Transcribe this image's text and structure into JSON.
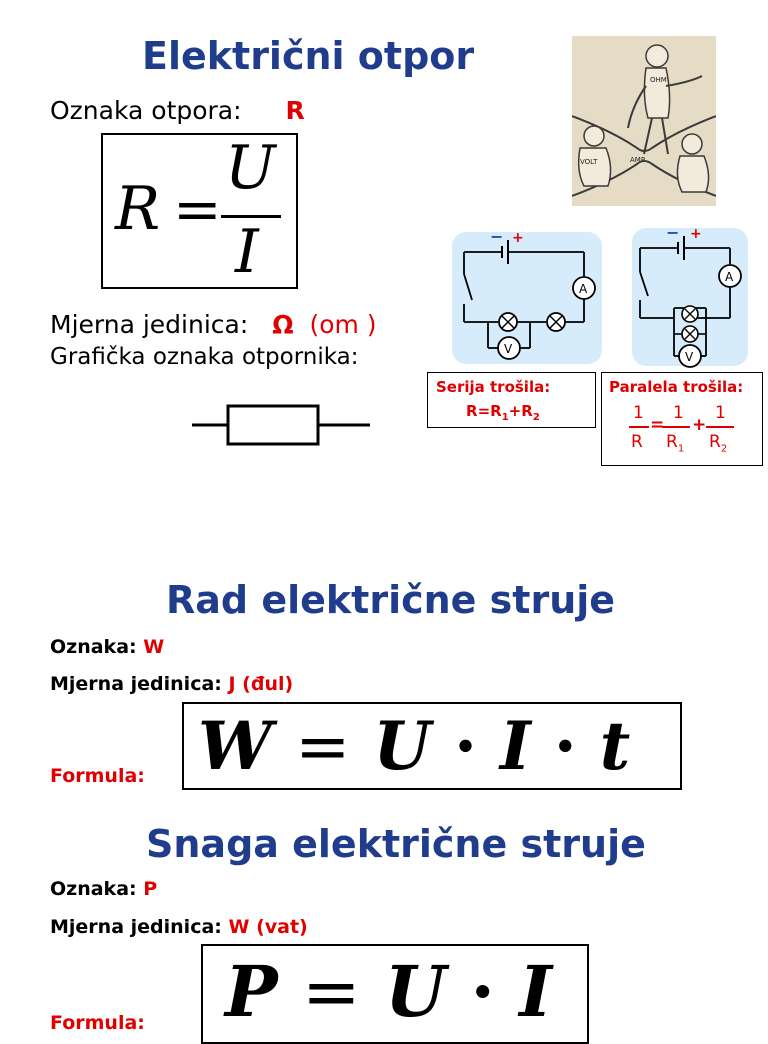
{
  "resistance": {
    "title": "Električni otpor",
    "symbol_label": "Oznaka otpora:",
    "symbol_value": "R",
    "formula": {
      "lhs": "R",
      "eq": "=",
      "numerator": "U",
      "denominator": "I"
    },
    "unit_label": "Mjerna jedinica:",
    "unit_symbol": "Ω",
    "unit_name": "(om )",
    "graphic_label": "Grafička oznaka otpornika:",
    "cartoon_labels": {
      "ohm": "OHM",
      "volt": "VOLT",
      "amp": "AMP"
    }
  },
  "circuits": {
    "ammeter": "A",
    "voltmeter": "V",
    "minus": "−",
    "plus": "+",
    "series": {
      "title": "Serija trošila:",
      "formula": {
        "R": "R",
        "eq": "=",
        "R1": "R",
        "sub1": "1",
        "plus": "+",
        "R2": "R",
        "sub2": "2"
      }
    },
    "parallel": {
      "title": "Paralela trošila:",
      "formula": {
        "one": "1",
        "R": "R",
        "eq": "=",
        "R1": "R",
        "sub1": "1",
        "plus": "+",
        "R2": "R",
        "sub2": "2"
      }
    }
  },
  "work": {
    "title": "Rad električne struje",
    "symbol_label": "Oznaka:",
    "symbol_value": "W",
    "unit_label": "Mjerna jedinica:",
    "unit_value": "J (đul)",
    "formula_label": "Formula:",
    "formula": {
      "lhs": "W",
      "eq": "=",
      "U": "U",
      "dot": "·",
      "I": "I",
      "t": "t"
    }
  },
  "power": {
    "title": "Snaga električne struje",
    "symbol_label": "Oznaka:",
    "symbol_value": "P",
    "unit_label": "Mjerna jedinica:",
    "unit_value": "W (vat)",
    "formula_label": "Formula:",
    "formula": {
      "lhs": "P",
      "eq": "=",
      "U": "U",
      "dot": "·",
      "I": "I"
    }
  }
}
